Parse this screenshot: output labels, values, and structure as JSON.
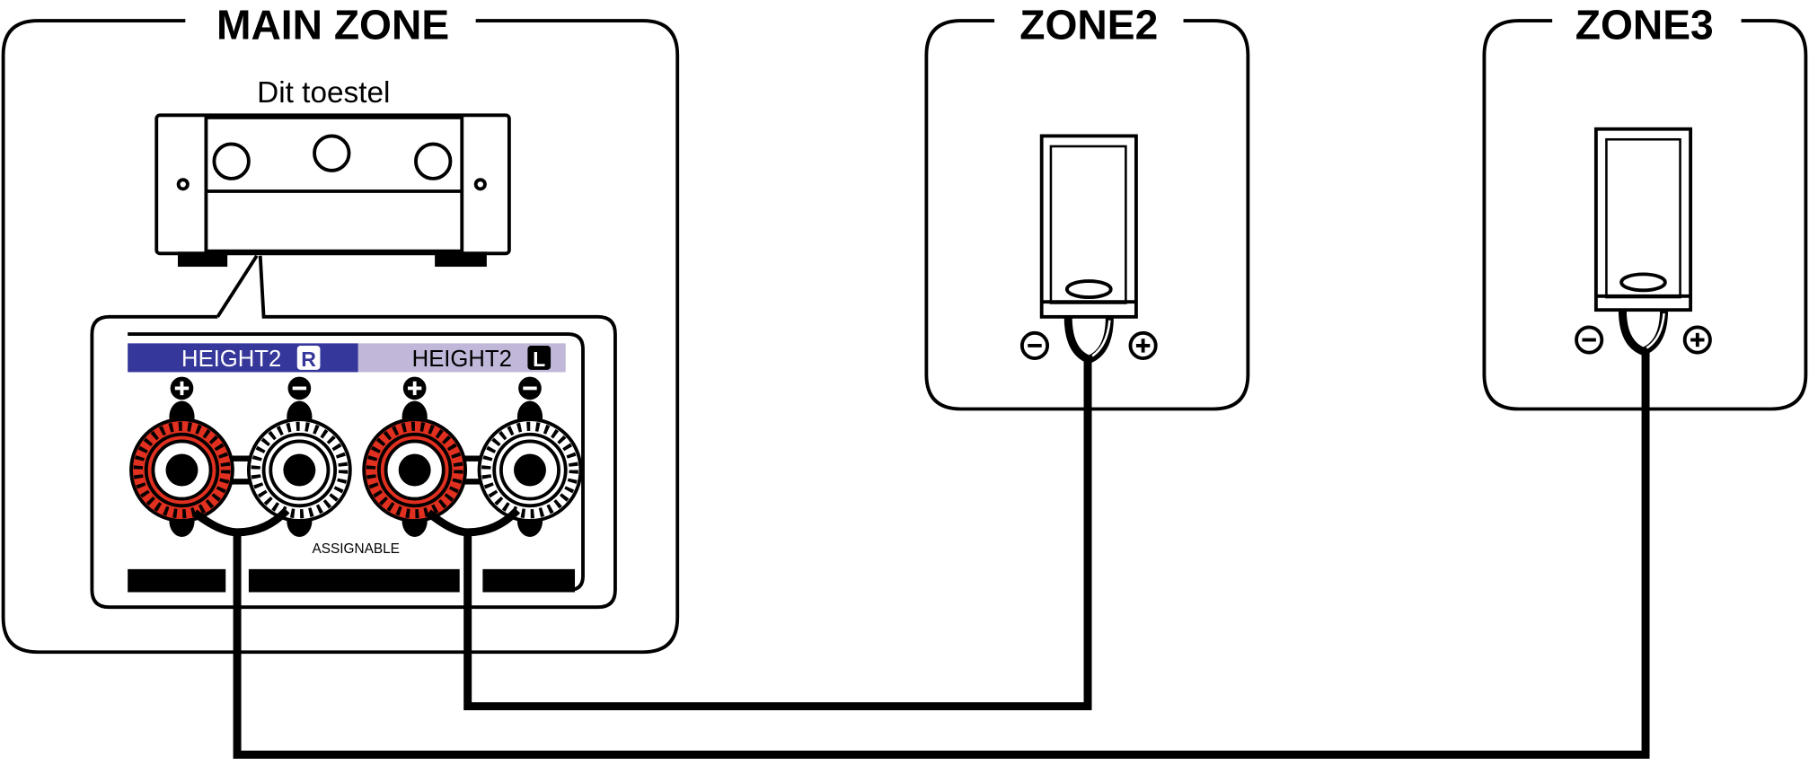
{
  "zones": {
    "main": {
      "title": "MAIN ZONE",
      "device_label": "Dit toestel"
    },
    "zone2": {
      "title": "ZONE2"
    },
    "zone3": {
      "title": "ZONE3"
    }
  },
  "panel": {
    "channel_r": {
      "label": "HEIGHT2",
      "badge": "R"
    },
    "channel_l": {
      "label": "HEIGHT2",
      "badge": "L"
    },
    "assignable_label": "ASSIGNABLE"
  },
  "colors": {
    "channel_r_bar": "#35379a",
    "channel_l_bar": "#c0b7d9",
    "positive_terminal": "#e1301f",
    "line": "#000000"
  }
}
